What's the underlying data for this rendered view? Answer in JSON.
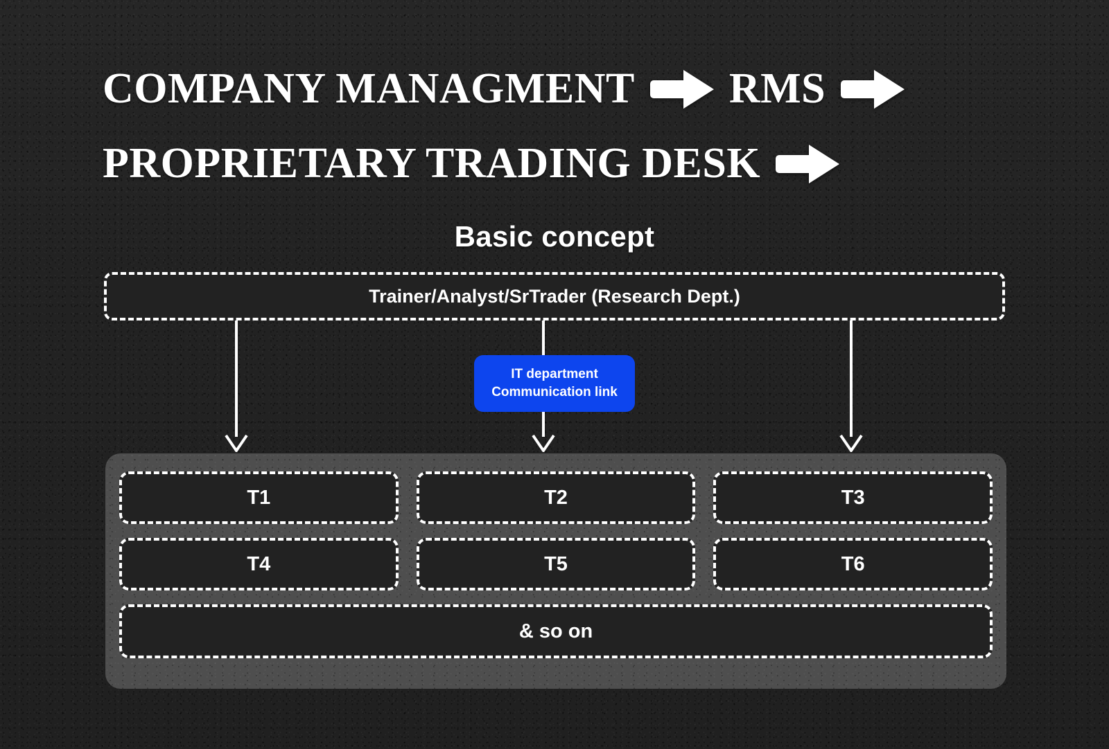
{
  "headline": {
    "line1_text": "COMPANY MANAGMENT",
    "line1_mid": "RMS",
    "line2_text": "PROPRIETARY TRADING DESK",
    "arrow_icon": "right-arrow-icon"
  },
  "section": {
    "title": "Basic concept"
  },
  "research": {
    "label": "Trainer/Analyst/SrTrader (Research Dept.)"
  },
  "it_badge": {
    "line1": "IT department",
    "line2": "Communication link",
    "color": "#0d45ee"
  },
  "desk": {
    "rows": [
      {
        "cells": [
          {
            "label": "T1"
          },
          {
            "label": "T2"
          },
          {
            "label": "T3"
          }
        ]
      },
      {
        "cells": [
          {
            "label": "T4"
          },
          {
            "label": "T5"
          },
          {
            "label": "T6"
          }
        ]
      }
    ],
    "footer_label": "& so on",
    "panel_color": "#4e4e4e",
    "cell_color": "#222222"
  },
  "theme": {
    "background": "#242424",
    "text": "#ffffff",
    "accent": "#0d45ee"
  }
}
